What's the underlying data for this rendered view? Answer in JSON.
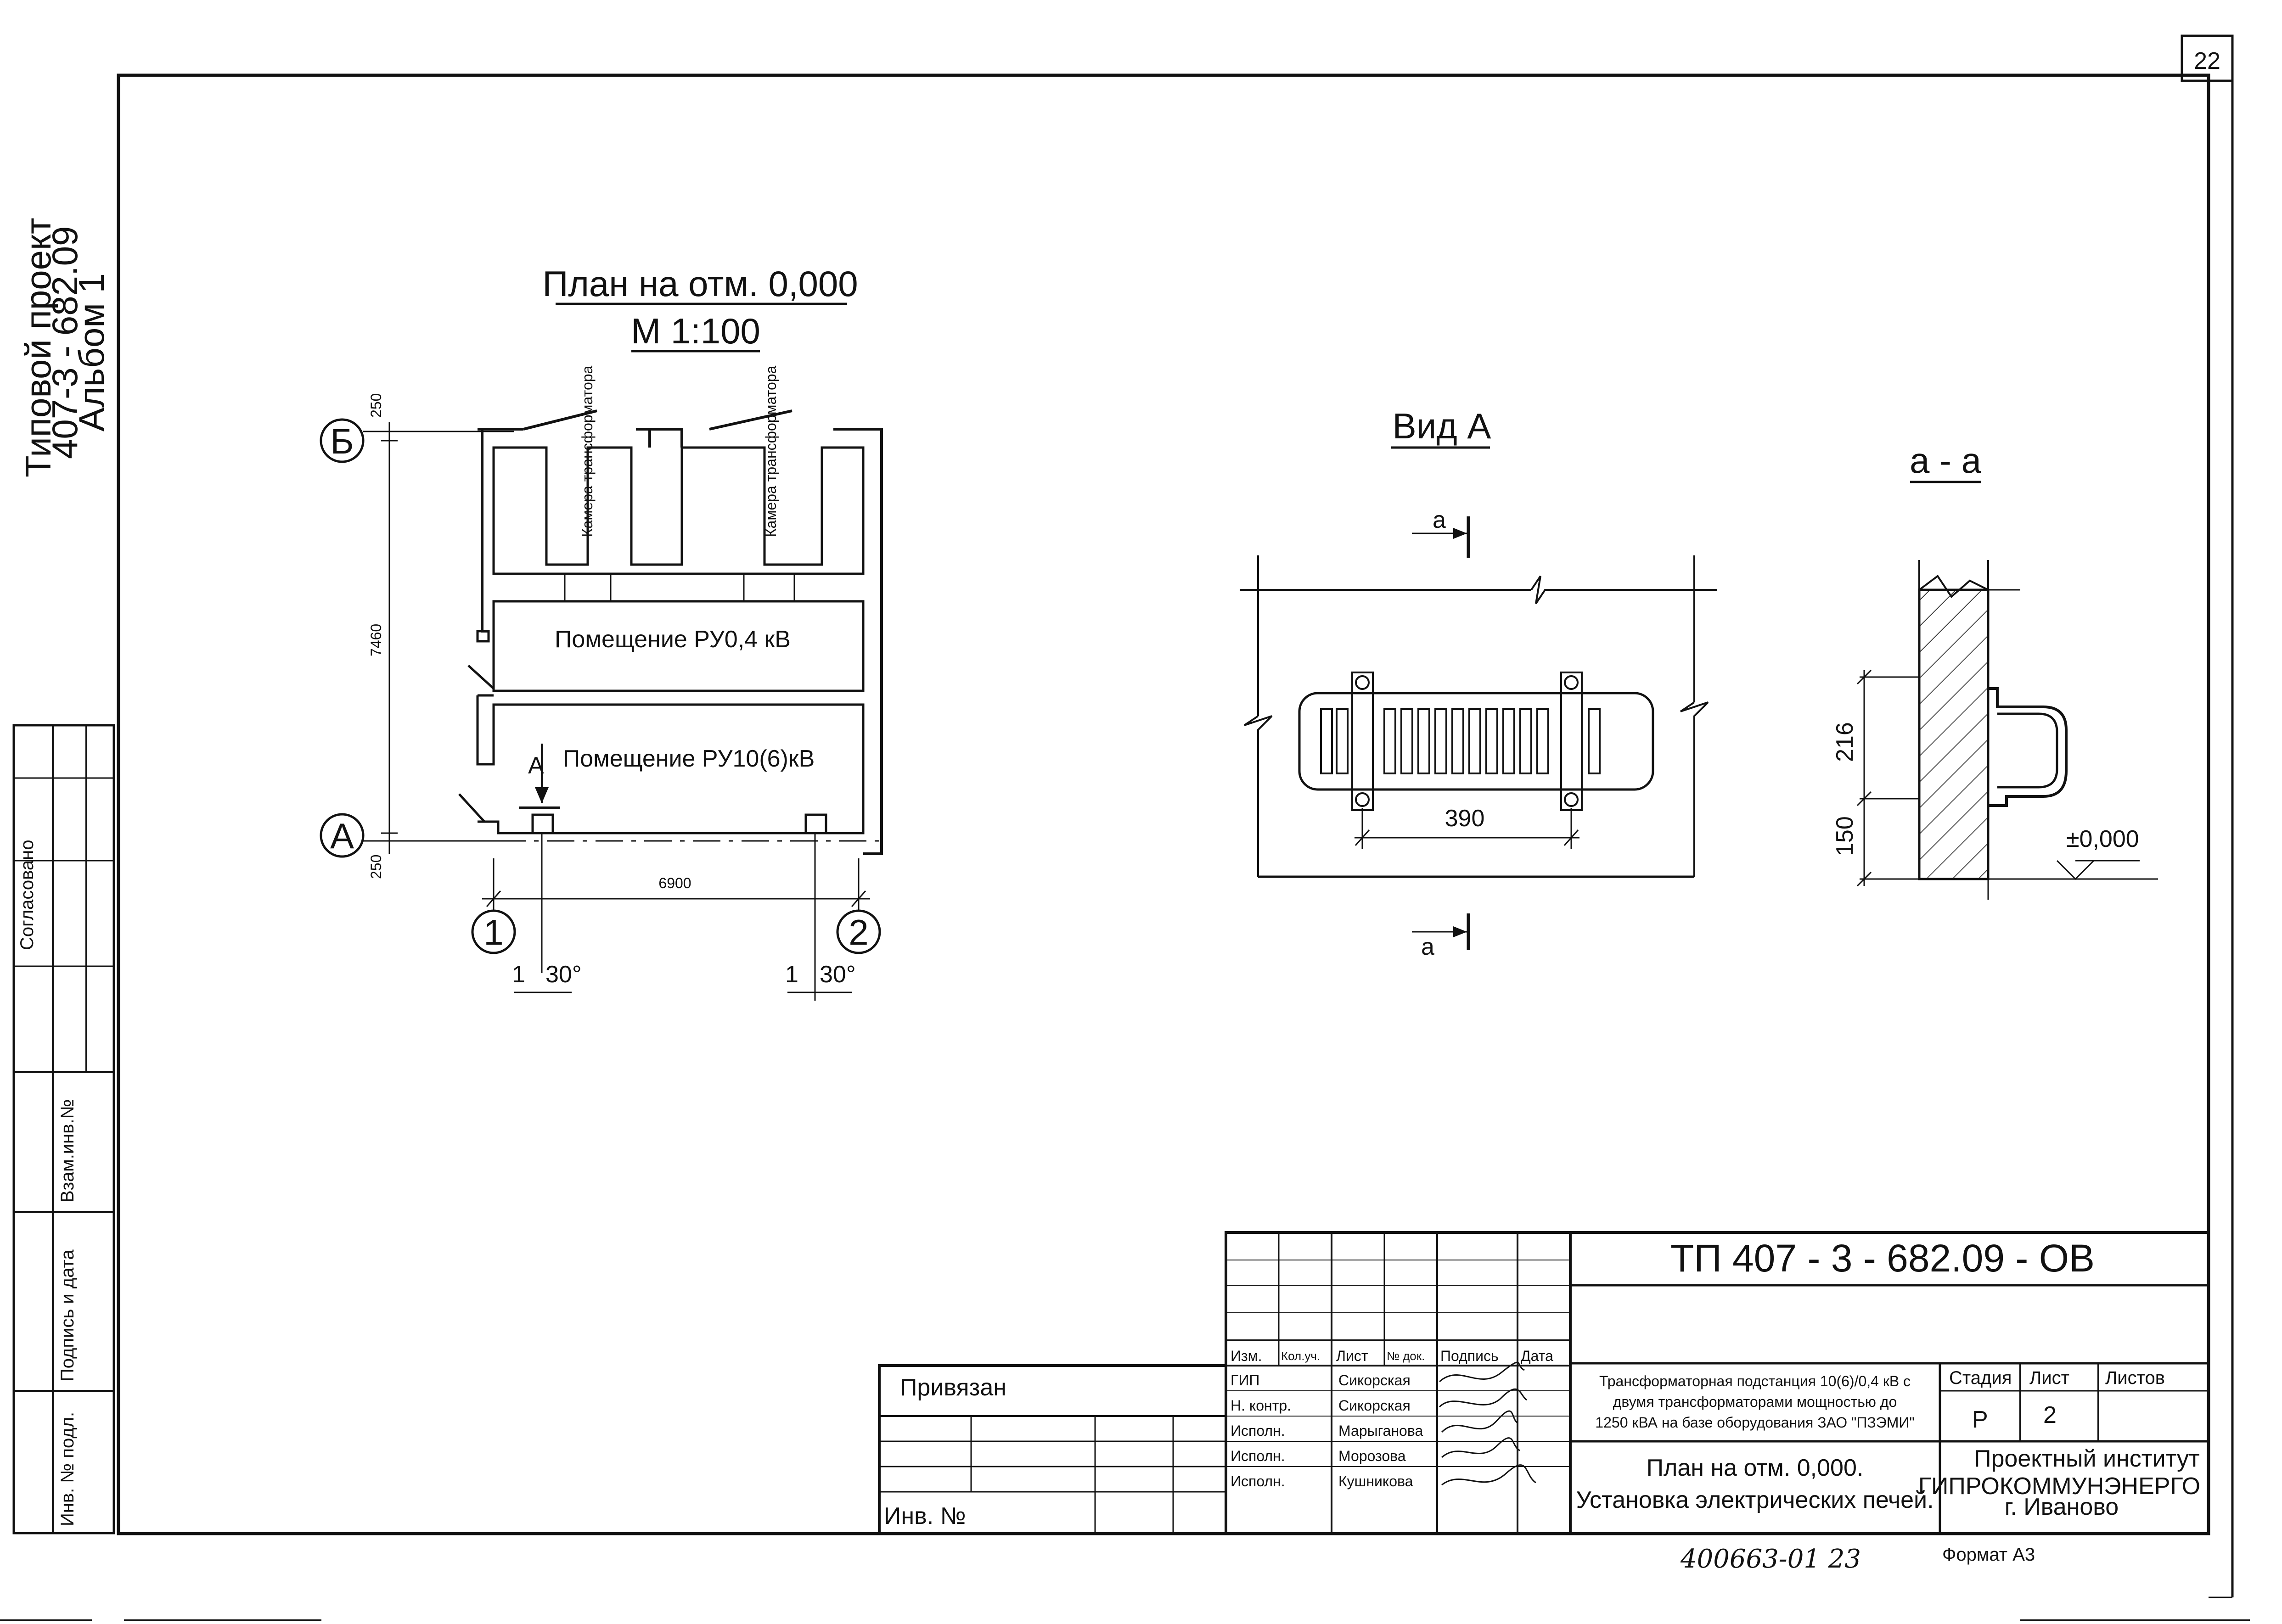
{
  "sheet_number": "22",
  "left_margin": {
    "project_line1": "Типовой проект",
    "project_line2": "407-3 - 682.09",
    "project_line3": "Альбом 1",
    "agreed": "Согласовано",
    "vzam_inv": "Взам.инв.№",
    "podpis_data": "Подпись и дата",
    "inv_podl": "Инв. № подл."
  },
  "plan": {
    "title": "План на отм. 0,000",
    "scale": "М 1:100",
    "axis_b": "Б",
    "axis_a": "А",
    "axis_1": "1",
    "axis_2": "2",
    "dim_top_offset": "250",
    "dim_height": "7460",
    "dim_bottom_offset": "250",
    "dim_width": "6900",
    "room_transformer_1": "Камера трансформатора",
    "room_transformer_2": "Камера трансформатора",
    "room_ru04": "Помещение РУ0,4 кВ",
    "room_ru10": "Помещение РУ10(6)кВ",
    "view_marker": "А",
    "slope_1_a": "1",
    "slope_1_b": "30°",
    "slope_2_a": "1",
    "slope_2_b": "30°"
  },
  "view_a": {
    "title": "Вид А",
    "cut_top": "а",
    "cut_bottom": "а",
    "dim_width": "390"
  },
  "section_aa": {
    "title": "а - а",
    "dim_upper": "216",
    "dim_lower": "150",
    "level": "±0,000"
  },
  "title_block": {
    "code": "ТП   407 - 3 - 682.09 - ОВ",
    "headers": [
      "Изм.",
      "Кол.уч.",
      "Лист",
      "№ док.",
      "Подпись",
      "Дата"
    ],
    "roles": [
      {
        "role": "ГИП",
        "name": "Сикорская"
      },
      {
        "role": "Н. контр.",
        "name": "Сикорская"
      },
      {
        "role": "Исполн.",
        "name": "Марыганова"
      },
      {
        "role": "Исполн.",
        "name": "Морозова"
      },
      {
        "role": "Исполн.",
        "name": "Кушникова"
      }
    ],
    "project_desc": [
      "Трансформаторная подстанция 10(6)/0,4 кВ с",
      "двумя трансформаторами мощностью до",
      "1250 кВА на базе оборудования ЗАО \"ПЗЭМИ\""
    ],
    "stage_label": "Стадия",
    "sheet_label": "Лист",
    "sheets_label": "Листов",
    "stage_value": "Р",
    "sheet_value": "2",
    "drawing_title_1": "План на отм. 0,000.",
    "drawing_title_2": "Установка электрических печей.",
    "org_1": "Проектный институт",
    "org_2": "ГИПРОКОММУНЭНЕРГО",
    "org_3": "г. Иваново",
    "attached": "Привязан",
    "inv_no": "Инв. №",
    "handwritten_number": "400663-01    23",
    "format": "Формат А3"
  }
}
